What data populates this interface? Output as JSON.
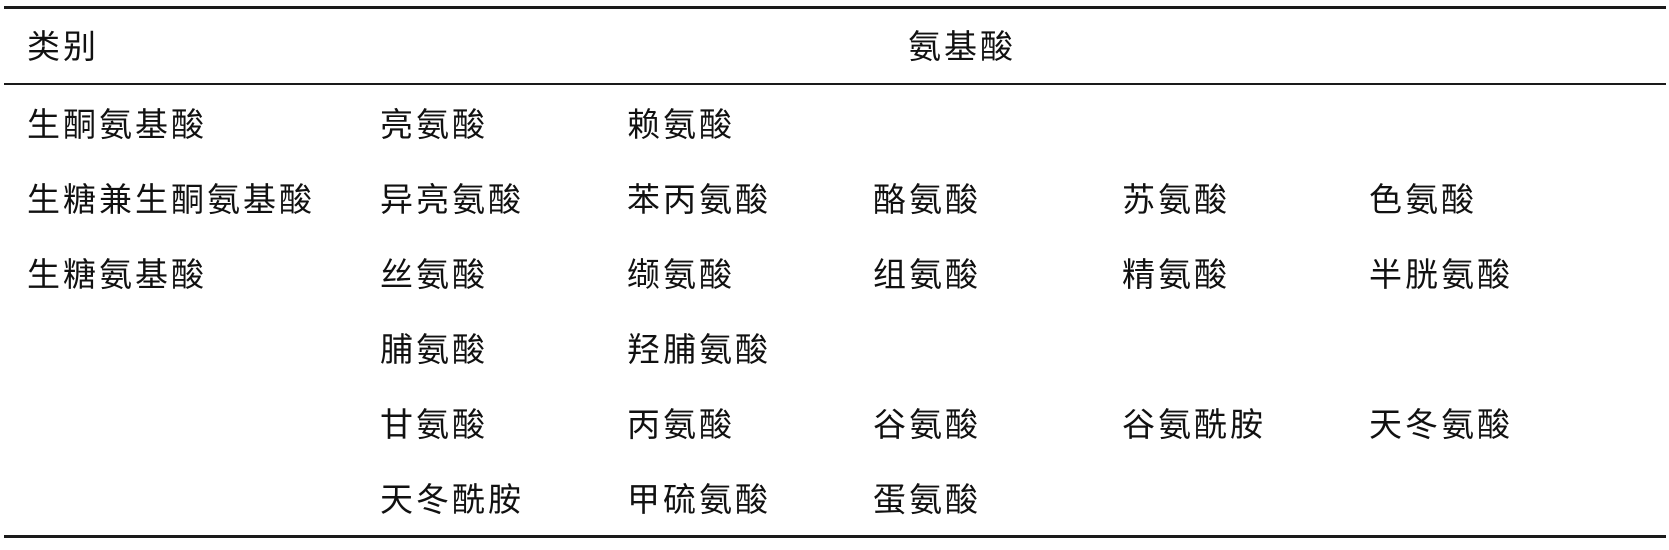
{
  "table": {
    "header": {
      "category": "类别",
      "amino_acid": "氨基酸"
    },
    "rows": [
      {
        "category": "生酮氨基酸",
        "cells": [
          "亮氨酸",
          "赖氨酸",
          "",
          "",
          ""
        ]
      },
      {
        "category": "生糖兼生酮氨基酸",
        "cells": [
          "异亮氨酸",
          "苯丙氨酸",
          "酪氨酸",
          "苏氨酸",
          "色氨酸"
        ]
      },
      {
        "category": "生糖氨基酸",
        "cells": [
          "丝氨酸",
          "缬氨酸",
          "组氨酸",
          "精氨酸",
          "半胱氨酸"
        ]
      },
      {
        "category": "",
        "cells": [
          "脯氨酸",
          "羟脯氨酸",
          "",
          "",
          ""
        ]
      },
      {
        "category": "",
        "cells": [
          "甘氨酸",
          "丙氨酸",
          "谷氨酸",
          "谷氨酰胺",
          "天冬氨酸"
        ]
      },
      {
        "category": "",
        "cells": [
          "天冬酰胺",
          "甲硫氨酸",
          "蛋氨酸",
          "",
          ""
        ]
      }
    ]
  }
}
